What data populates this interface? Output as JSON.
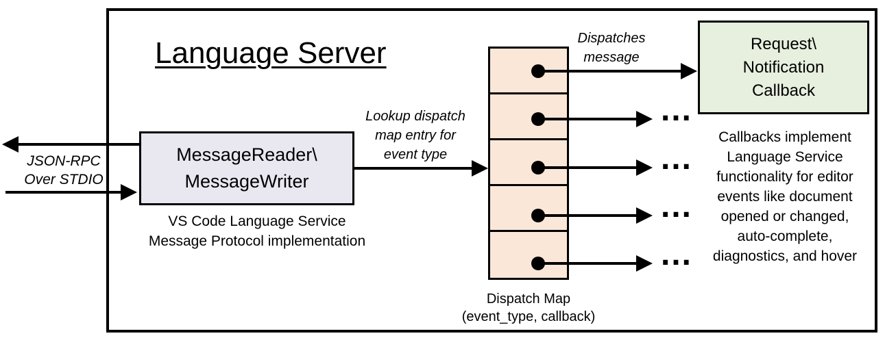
{
  "title": "Language Server",
  "io_label": "JSON-RPC\nOver STDIO",
  "reader_box": {
    "label": "MessageReader\\\nMessageWriter",
    "caption": "VS Code Language Service\nMessage Protocol implementation"
  },
  "lookup_label": "Lookup dispatch\nmap entry for\nevent type",
  "dispatches_label": "Dispatches\nmessage",
  "callback_box": {
    "label": "Request\\\nNotification\nCallback"
  },
  "callbacks_note": "Callbacks implement\nLanguage Service\nfunctionality for editor\nevents like document\nopened or changed,\nauto-complete,\ndiagnostics, and hover",
  "dispatch_map": {
    "caption": "Dispatch Map\n(event_type, callback)",
    "row_count": 5,
    "ellipsis": "…"
  },
  "colors": {
    "reader_box_fill": "#E9E8F1",
    "callback_box_fill": "#E7EFDE",
    "dispatch_map_fill": "#FBE7D8",
    "line": "#000000",
    "background": "#FFFFFF"
  }
}
